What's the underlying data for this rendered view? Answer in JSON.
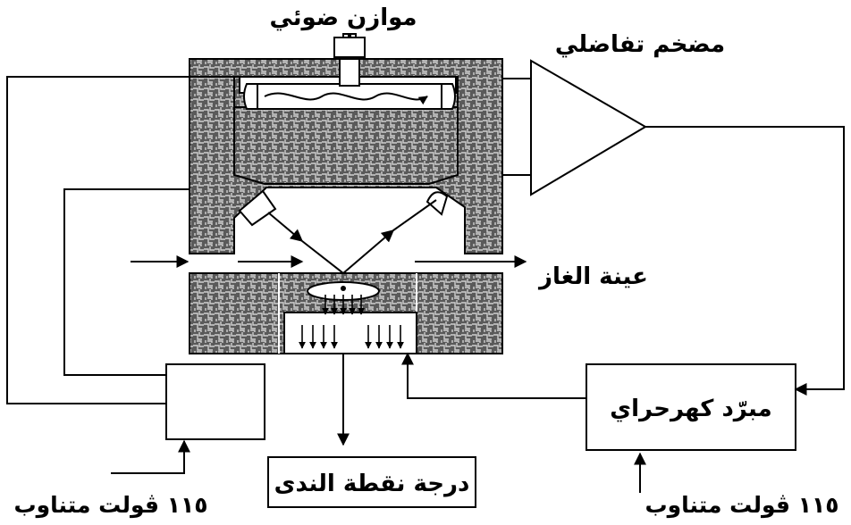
{
  "labels": {
    "optical_balancer": "موازن ضوئي",
    "differential_amplifier": "مضخم تفاضلي",
    "gas_sample": "عينة الغاز",
    "thermoelectric_cooler": "مبرّد كهرحراي",
    "dew_point_temperature": "درجة نقطة الندى",
    "ac_supply_left": "١١٥ ڤولت متناوب",
    "ac_supply_right": "١١٥ ڤولت متناوب"
  },
  "colors": {
    "line": "#000000",
    "background": "#ffffff",
    "block_fill": "#5a5a5a",
    "block_texture": "#cfcfcf",
    "cavity_fill": "#ffffff"
  }
}
